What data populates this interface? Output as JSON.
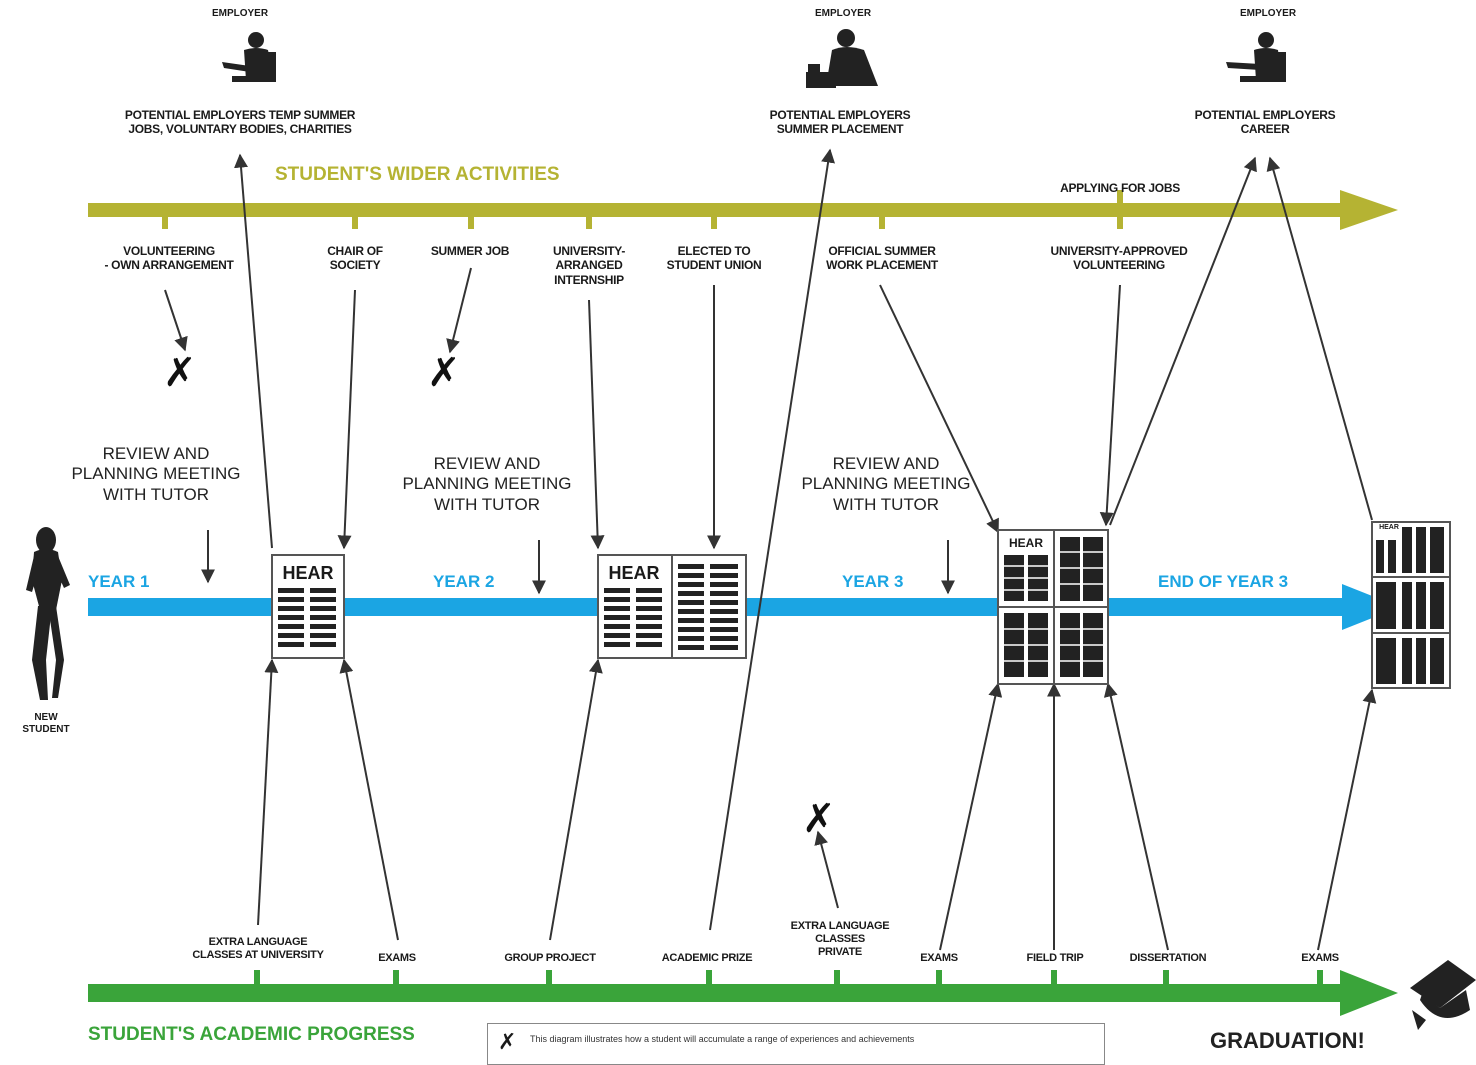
{
  "employers": [
    {
      "label": "EMPLOYER",
      "caption": "POTENTIAL EMPLOYERS TEMP SUMMER\nJOBS, VOLUNTARY BODIES, CHARITIES"
    },
    {
      "label": "EMPLOYER",
      "caption": "POTENTIAL EMPLOYERS\nSUMMER PLACEMENT"
    },
    {
      "label": "EMPLOYER",
      "caption": "POTENTIAL EMPLOYERS\nCAREER"
    }
  ],
  "wider": {
    "title": "STUDENT'S WIDER ACTIVITIES",
    "applying": "APPLYING FOR JOBS",
    "items": [
      "VOLUNTEERING\n- own arrangement",
      "CHAIR OF\nSOCIETY",
      "SUMMER JOB",
      "UNIVERSITY-\nARRANGED\nINTERNSHIP",
      "ELECTED TO\nSTUDENT UNION",
      "OFFICIAL SUMMER\nWORK PLACEMENT",
      "UNIVERSITY-APPROVED\nVOLUNTEERING"
    ],
    "color": "#b5b333"
  },
  "timeline": {
    "years": [
      "YEAR 1",
      "YEAR 2",
      "YEAR 3",
      "END OF YEAR 3"
    ],
    "meeting": "REVIEW AND\nPLANNING MEETING\nWITH TUTOR",
    "hear": "HEAR",
    "new_student": "NEW\nSTUDENT",
    "color": "#1ba5e3"
  },
  "academic": {
    "title": "STUDENT'S ACADEMIC PROGRESS",
    "items": [
      "EXTRA LANGUAGE\nCLASSES AT UNIVERSITY",
      "EXAMS",
      "GROUP PROJECT",
      "ACADEMIC PRIZE",
      "EXTRA LANGUAGE\nCLASSES\nPRIVATE",
      "EXAMS",
      "FIELD TRIP",
      "DISSERTATION",
      "EXAMS"
    ],
    "graduation": "GRADUATION!",
    "color": "#3aa43a"
  },
  "legend": {
    "mark": "✗",
    "text": "This diagram illustrates how a student will accumulate a range of experiences and achievements"
  },
  "cross_mark": "✗"
}
